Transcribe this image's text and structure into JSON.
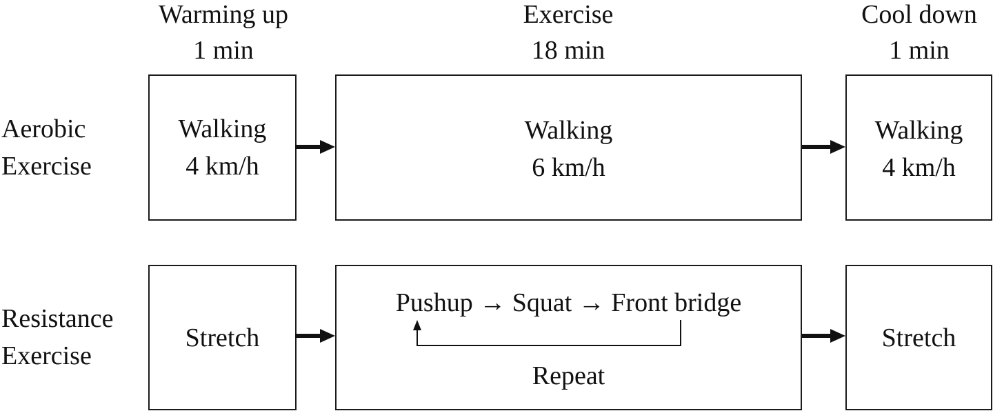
{
  "phases": [
    {
      "name": "Warming up",
      "duration": "1 min"
    },
    {
      "name": "Exercise",
      "duration": "18 min"
    },
    {
      "name": "Cool down",
      "duration": "1 min"
    }
  ],
  "rows": [
    {
      "label_line1": "Aerobic",
      "label_line2": "Exercise",
      "warmup": [
        "Walking",
        "4 km/h"
      ],
      "exercise": [
        "Walking",
        "6 km/h"
      ],
      "cooldown": [
        "Walking",
        "4 km/h"
      ]
    },
    {
      "label_line1": "Resistance",
      "label_line2": "Exercise",
      "warmup": "Stretch",
      "exercise_sequence": "Pushup → Squat → Front bridge",
      "exercise_loop_label": "Repeat",
      "cooldown": "Stretch"
    }
  ]
}
